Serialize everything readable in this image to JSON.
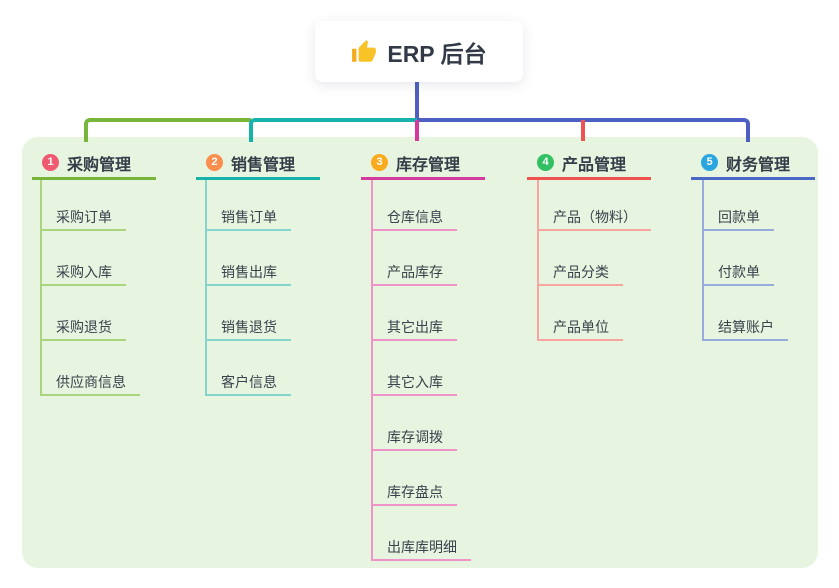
{
  "root": {
    "icon": "thumbs-up-icon",
    "title": "ERP 后台"
  },
  "colors": {
    "canvas_bg": "#e7f5e0",
    "root_connector": "#4d5fc2",
    "card_bg": "#ffffff",
    "title_text": "#333a47",
    "node_text": "#39414d",
    "thumb_icon": "#f8c327"
  },
  "branches": [
    {
      "index": "1",
      "label": "采购管理",
      "badge_color": "#ef5a70",
      "line_color": "#77b63b",
      "sub_line_color": "#abd47e",
      "items": [
        "采购订单",
        "采购入库",
        "采购退货",
        "供应商信息"
      ]
    },
    {
      "index": "2",
      "label": "销售管理",
      "badge_color": "#fb8d4d",
      "line_color": "#17b3aa",
      "sub_line_color": "#85d4cd",
      "items": [
        "销售订单",
        "销售出库",
        "销售退货",
        "客户信息"
      ]
    },
    {
      "index": "3",
      "label": "库存管理",
      "badge_color": "#fbab1f",
      "line_color": "#d43a9e",
      "sub_line_color": "#ef94c9",
      "items": [
        "仓库信息",
        "产品库存",
        "其它出库",
        "其它入库",
        "库存调拨",
        "库存盘点",
        "出库库明细"
      ]
    },
    {
      "index": "4",
      "label": "产品管理",
      "badge_color": "#32c162",
      "line_color": "#ef5350",
      "sub_line_color": "#f8a5a0",
      "items": [
        "产品（物料）",
        "产品分类",
        "产品单位"
      ]
    },
    {
      "index": "5",
      "label": "财务管理",
      "badge_color": "#29a6e0",
      "line_color": "#4a68c6",
      "sub_line_color": "#98abdd",
      "items": [
        "回款单",
        "付款单",
        "结算账户"
      ]
    }
  ]
}
